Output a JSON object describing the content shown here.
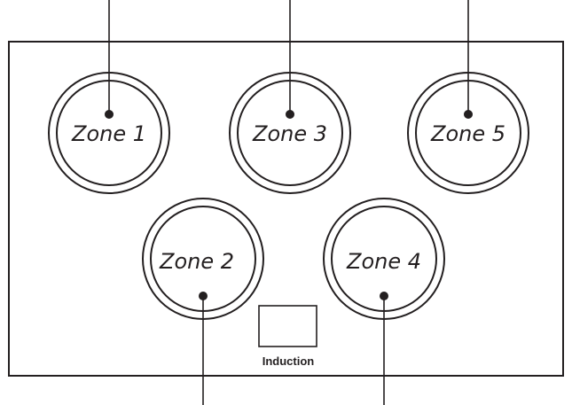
{
  "cooktop": {
    "zones": [
      {
        "id": "zone-1",
        "label": "Zone 1"
      },
      {
        "id": "zone-2",
        "label": "Zone 2"
      },
      {
        "id": "zone-3",
        "label": "Zone 3"
      },
      {
        "id": "zone-4",
        "label": "Zone 4"
      },
      {
        "id": "zone-5",
        "label": "Zone 5"
      }
    ],
    "badge_label": "Induction"
  },
  "colors": {
    "line": "#231f20",
    "background": "#ffffff"
  }
}
